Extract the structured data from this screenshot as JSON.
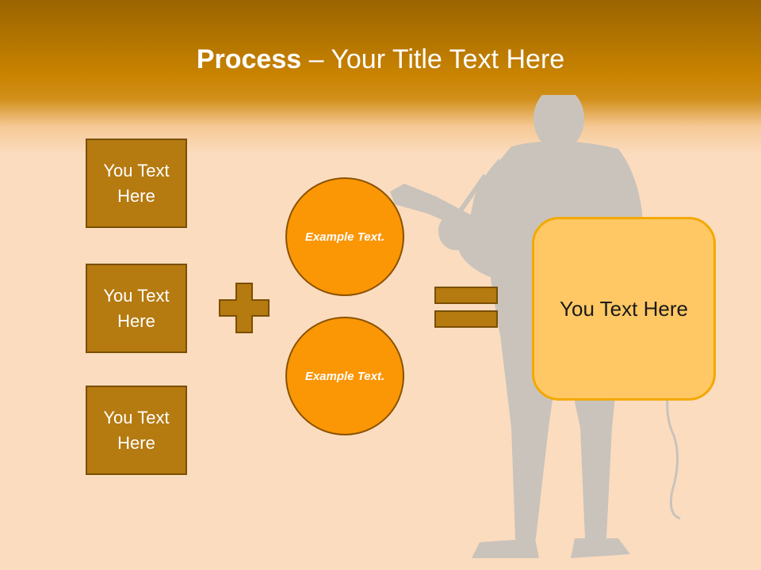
{
  "slide": {
    "title_bold": "Process",
    "title_rest": " – Your Title Text Here",
    "left_boxes": [
      {
        "label": "You Text Here"
      },
      {
        "label": "You Text Here"
      },
      {
        "label": "You Text Here"
      }
    ],
    "circles": [
      {
        "label": "Example Text."
      },
      {
        "label": "Example Text."
      }
    ],
    "result_label": "You Text Here",
    "icons": {
      "operator_1": "plus-icon",
      "operator_2": "equals-icon"
    },
    "colors": {
      "header_dark": "#9a6400",
      "background": "#fbdcbf",
      "box_fill": "#b57a10",
      "circle_fill": "#fb9605",
      "result_fill": "#ffc864",
      "result_border": "#f4a800",
      "silhouette": "#c9c3bb"
    }
  }
}
